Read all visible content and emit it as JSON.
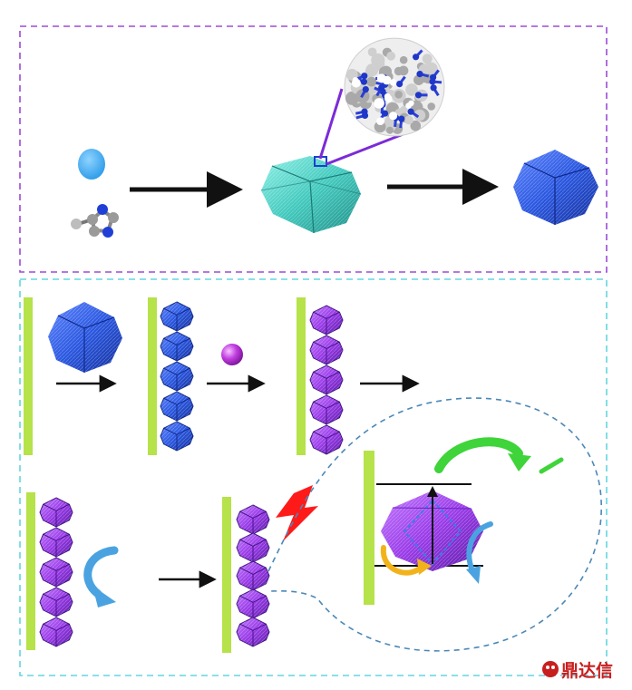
{
  "figure": {
    "top_panel": {
      "border_color": "#9b4bd6",
      "reactants": [
        "metal-ion-dot",
        "imidazole-linker-molecule"
      ],
      "frameworks": [
        "teal-framework-crystal",
        "blue-framework-crystal"
      ],
      "zoom_detail": "framework-cage-structure"
    },
    "bottom_panel": {
      "border_color": "#63d6e0",
      "electrode_color": "#b6e24a",
      "crystal_blue": "#2f5fe0",
      "crystal_purple": "#9a3be8",
      "ion_color": "#c23de0",
      "bolt_color": "#ff1a1a",
      "green_arrow_color": "#3ed43a",
      "orange_arrow_color": "#f2b31a",
      "blue_arrow_color": "#4aa3e0"
    }
  },
  "watermark": {
    "text": "鼎达信",
    "color": "#c81e1e"
  }
}
